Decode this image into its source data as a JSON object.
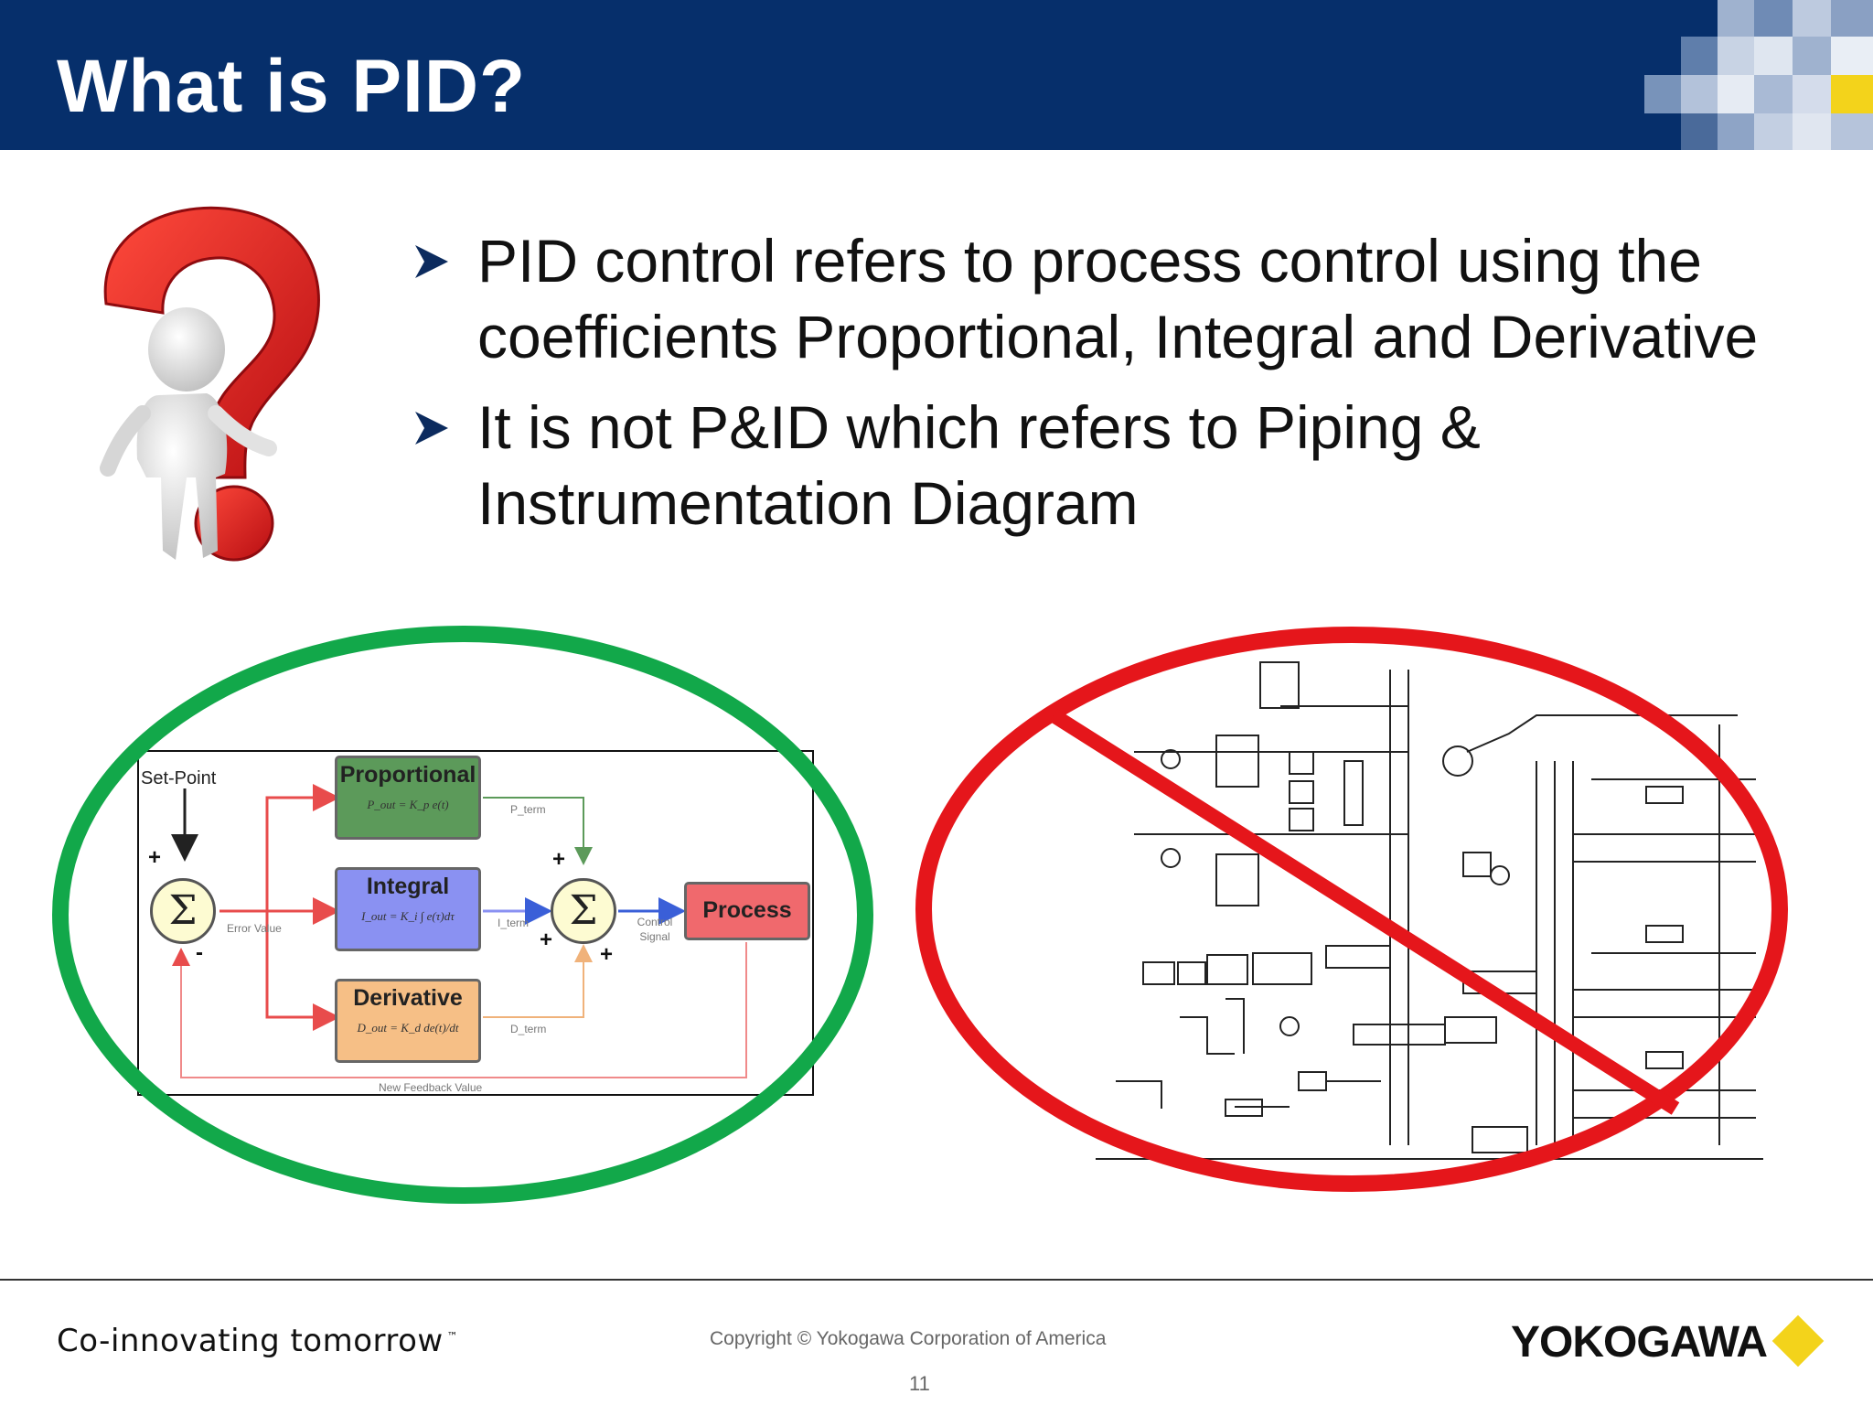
{
  "slide": {
    "title": "What is PID?",
    "bullets": [
      "PID control refers to process control using the coefficients Proportional, Integral and Derivative",
      "It is not P&ID which refers to Piping & Instrumentation Diagram"
    ]
  },
  "pid_diagram": {
    "setpoint_label": "Set-Point",
    "sum_symbol": "Σ",
    "blocks": {
      "proportional": {
        "label": "Proportional",
        "formula": "P_out = K_p e(t)",
        "color": "#5c9a5a"
      },
      "integral": {
        "label": "Integral",
        "formula": "I_out = K_i ∫ e(τ)dτ",
        "color": "#8a91f2"
      },
      "derivative": {
        "label": "Derivative",
        "formula": "D_out = K_d de(t)/dt",
        "color": "#f6bf86"
      },
      "process": {
        "label": "Process",
        "color": "#f0696d"
      }
    },
    "signals": {
      "error": "Error  Value",
      "p_term": "P_term",
      "i_term": "I_term",
      "d_term": "D_term",
      "control": "Control Signal",
      "feedback": "New  Feedback  Value"
    },
    "signs": {
      "plus": "+",
      "minus": "-"
    }
  },
  "annotations": {
    "correct_color": "#12a84a",
    "wrong_color": "#e5161b"
  },
  "footer": {
    "tagline": "Co-innovating tomorrow",
    "trademark": "™",
    "copyright": "Copyright © Yokogawa Corporation of America",
    "page_number": "11",
    "brand": "YOKOGAWA",
    "brand_color": "#f3d31b"
  },
  "header_color": "#062f6b"
}
